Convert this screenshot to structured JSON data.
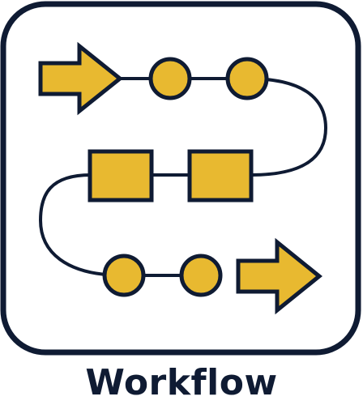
{
  "caption": {
    "text": "Workflow"
  },
  "colors": {
    "outline": "#0f1b33",
    "fill": "#e8b930",
    "background": "#ffffff"
  },
  "icon": {
    "name": "workflow-icon",
    "parts": [
      "start-arrow-icon",
      "circle-node",
      "square-node",
      "end-arrow-icon",
      "connector-path"
    ]
  }
}
